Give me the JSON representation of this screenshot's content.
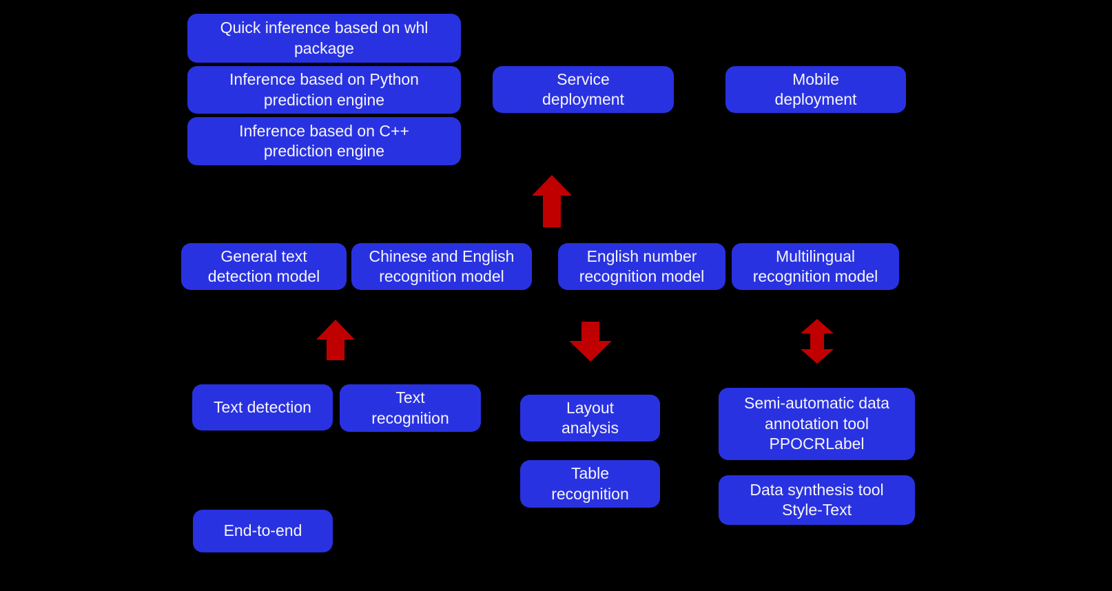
{
  "diagram": {
    "colors": {
      "background": "#000000",
      "box": "#2932E1",
      "text": "#F5F5FA",
      "arrow": "#C00000"
    },
    "nodes": {
      "quick_whl": "Quick inference based on whl\npackage",
      "python_engine": "Inference based on Python\nprediction engine",
      "cpp_engine": "Inference based on C++\nprediction engine",
      "service_deploy": "Service\ndeployment",
      "mobile_deploy": "Mobile\ndeployment",
      "general_det": "General text\ndetection model",
      "cn_en_rec": "Chinese and English\nrecognition model",
      "en_num_rec": "English number\nrecognition model",
      "multilingual_rec": "Multilingual\nrecognition model",
      "text_detection": "Text detection",
      "text_recognition": "Text\nrecognition",
      "layout_analysis": "Layout\nanalysis",
      "table_recognition": "Table\nrecognition",
      "ppocrlabel": "Semi-automatic data\nannotation tool\nPPOCRLabel",
      "style_text": "Data synthesis tool\nStyle-Text",
      "end_to_end": "End-to-end"
    },
    "arrows": [
      {
        "id": "deployment-arrow",
        "direction": "up"
      },
      {
        "id": "training-arrow",
        "direction": "up"
      },
      {
        "id": "layout-arrow",
        "direction": "down"
      },
      {
        "id": "tools-arrow",
        "direction": "up-down"
      }
    ]
  }
}
